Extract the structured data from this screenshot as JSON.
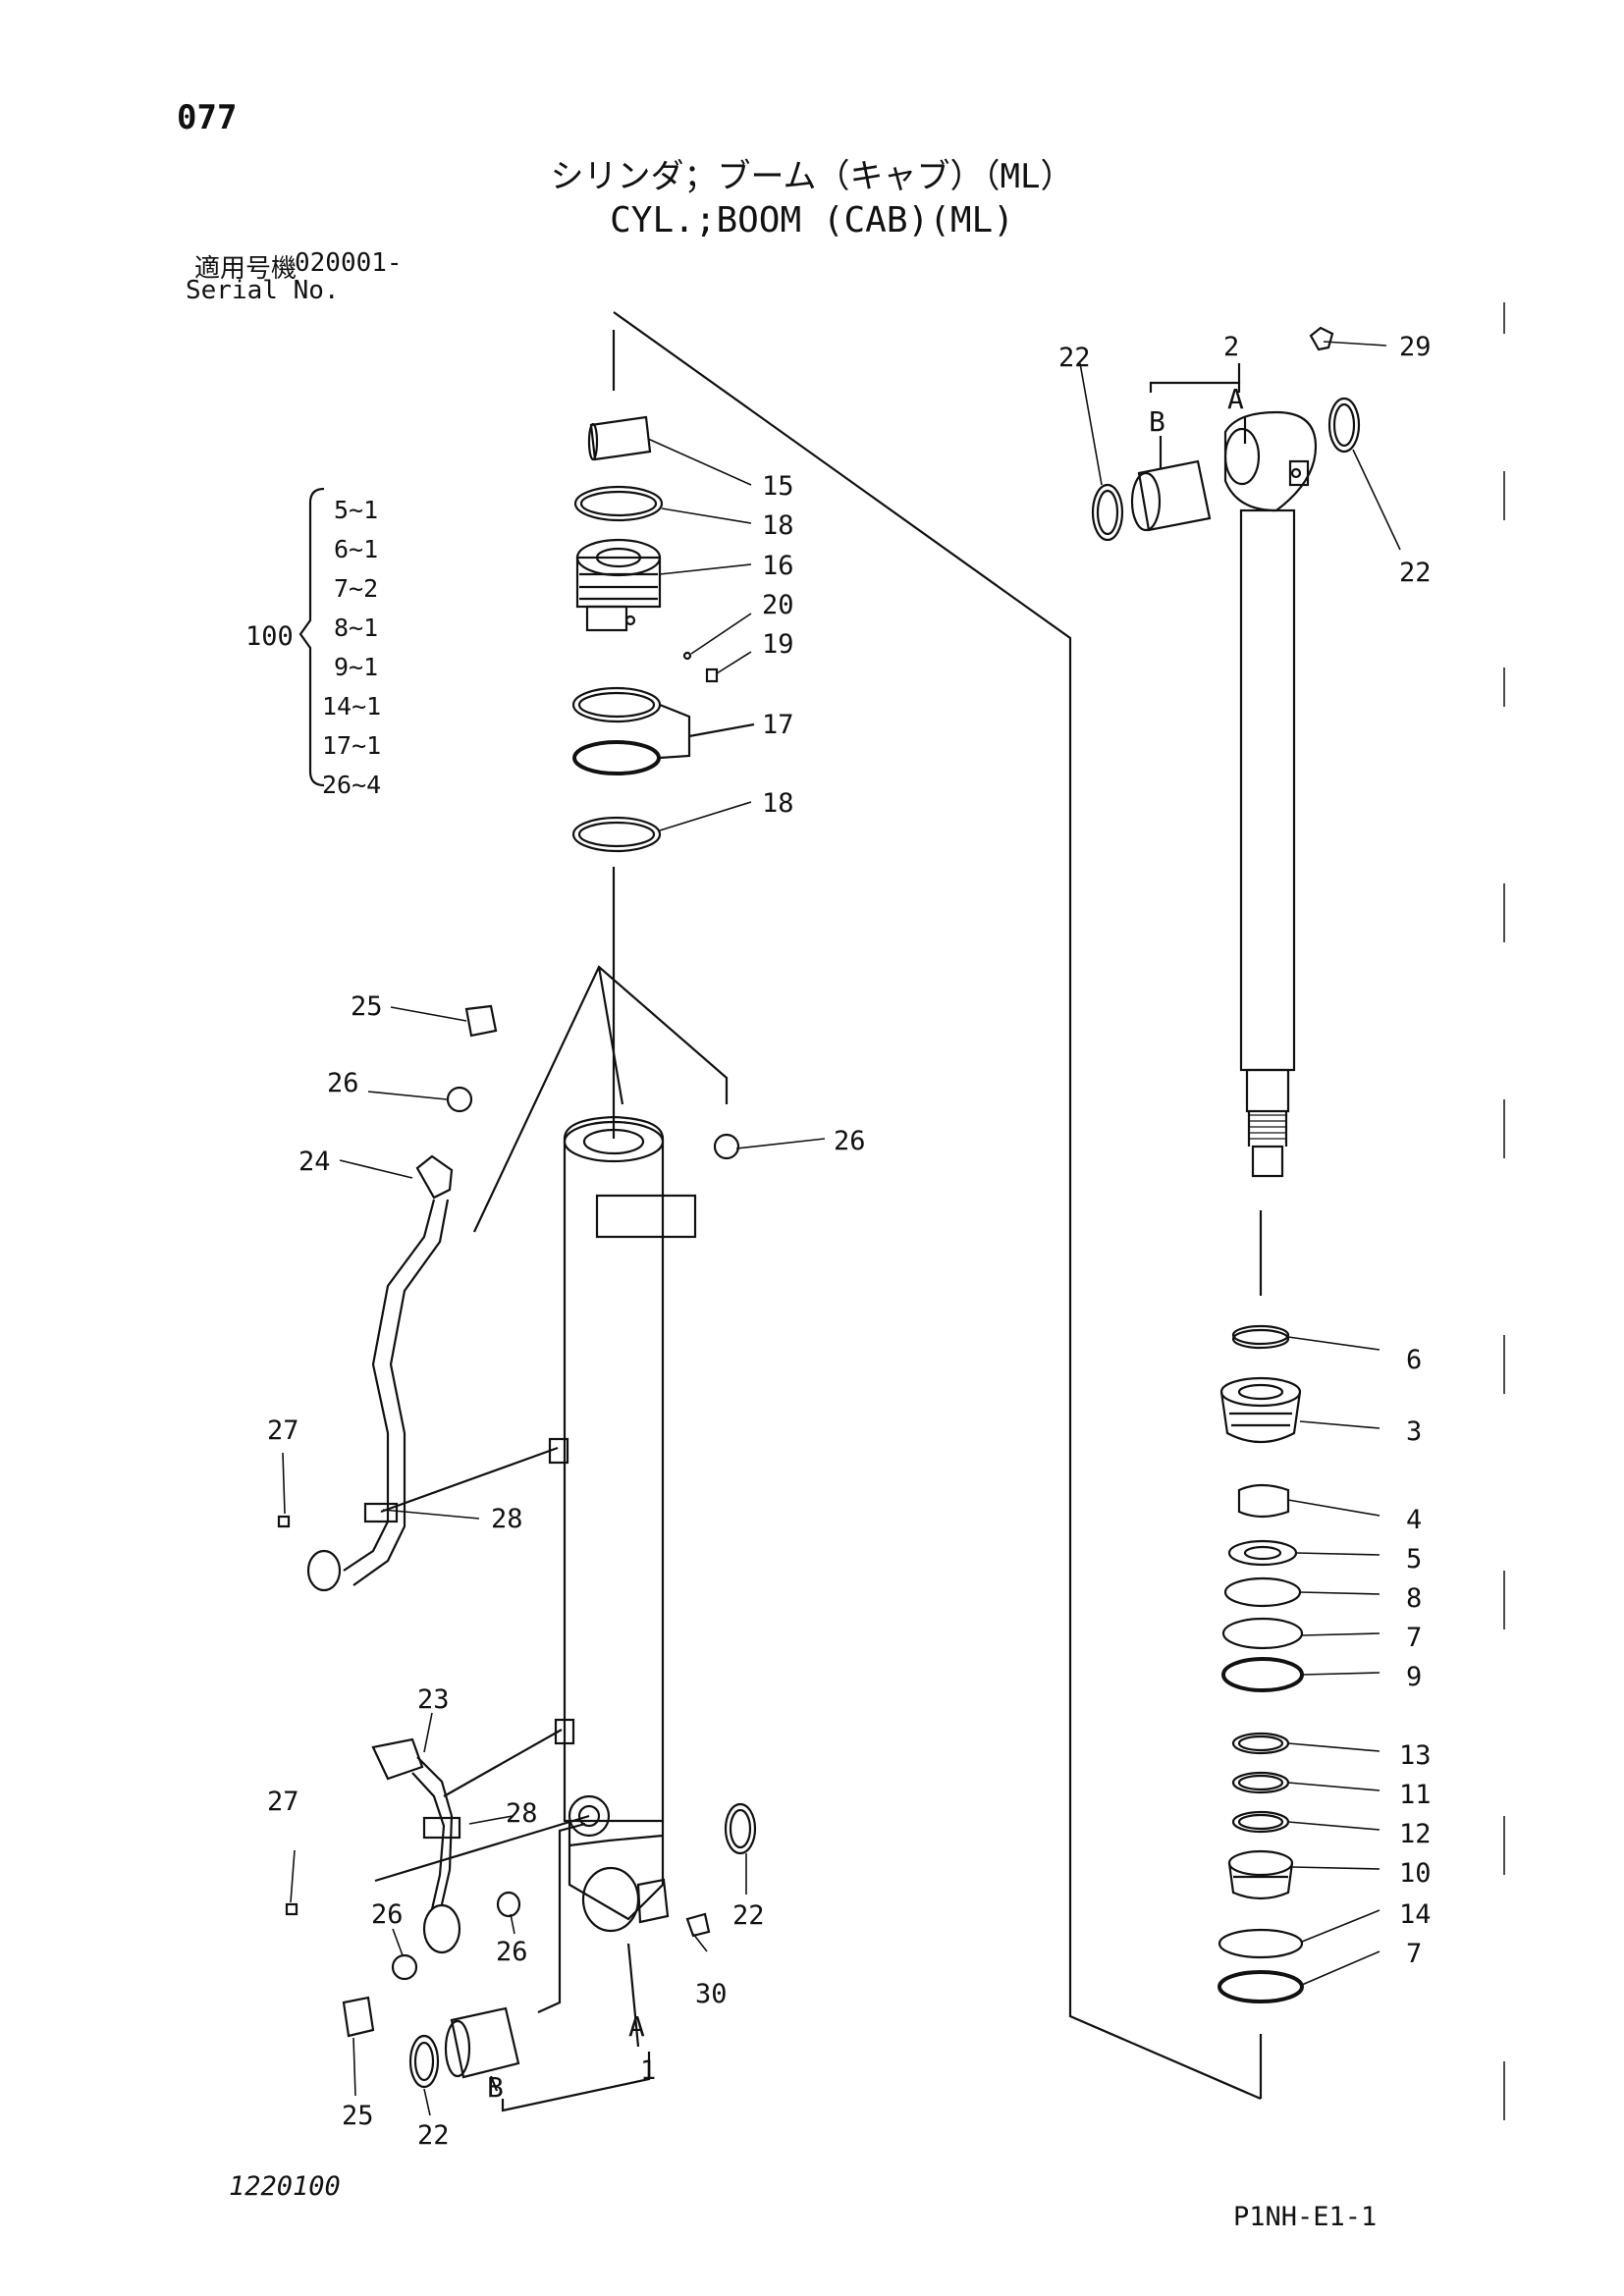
{
  "page_number": "077",
  "title": {
    "japanese": "シリンダ；ブーム（キャブ）（ML）",
    "english": "CYL.;BOOM (CAB)(ML)"
  },
  "serial": {
    "label_jp": "適用号機",
    "value": "020001-",
    "label_en": "Serial No."
  },
  "kit": {
    "number": "100",
    "items": [
      "5~1",
      "6~1",
      "7~2",
      "8~1",
      "9~1",
      "14~1",
      "17~1",
      "26~4"
    ]
  },
  "callouts": {
    "c15": "15",
    "c18a": "18",
    "c16": "16",
    "c20": "20",
    "c19": "19",
    "c17": "17",
    "c18b": "18",
    "c25a": "25",
    "c26a": "26",
    "c26b": "26",
    "c24": "24",
    "c27a": "27",
    "c28a": "28",
    "c23": "23",
    "c27b": "27",
    "c28b": "28",
    "c26c": "26",
    "c26d": "26",
    "c22a": "22",
    "c30": "30",
    "c25b": "25",
    "c22b": "22",
    "c1": "1",
    "c22c": "22",
    "c2": "2",
    "c29": "29",
    "c22d": "22",
    "c6": "6",
    "c3": "3",
    "c4": "4",
    "c5": "5",
    "c8": "8",
    "c7a": "7",
    "c9": "9",
    "c13": "13",
    "c11": "11",
    "c12": "12",
    "c10": "10",
    "c14": "14",
    "c7b": "7"
  },
  "letters": {
    "a_top": "A",
    "b_top": "B",
    "a_bottom": "A",
    "b_bottom": "B"
  },
  "drawing_code": "1220100",
  "sheet_code": "P1NH-E1-1"
}
